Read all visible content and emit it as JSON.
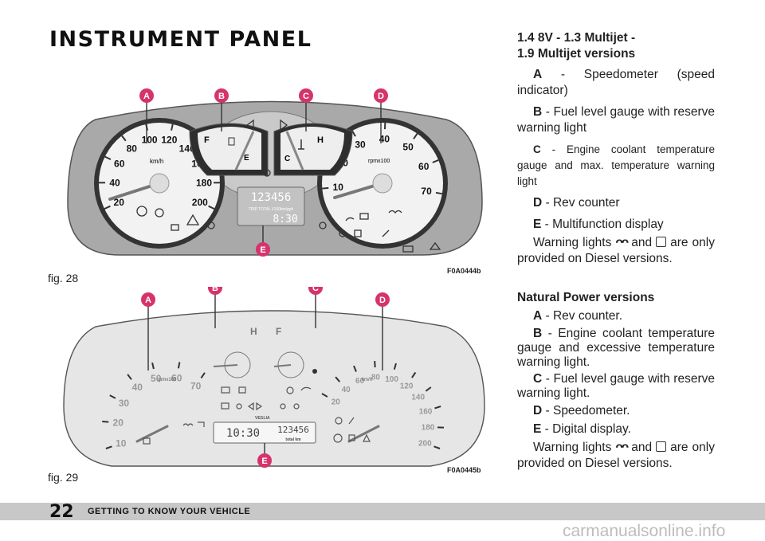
{
  "page_title": "INSTRUMENT PANEL",
  "fig1": {
    "label": "fig. 28",
    "code": "F0A0444b",
    "markers": [
      "A",
      "B",
      "C",
      "D",
      "E"
    ],
    "speedo_ticks": [
      "20",
      "40",
      "60",
      "80",
      "100",
      "120",
      "140",
      "160",
      "180",
      "200"
    ],
    "speedo_unit": "km/h",
    "rev_ticks": [
      "10",
      "20",
      "30",
      "40",
      "50",
      "60",
      "70"
    ],
    "rev_unit": "rpmx100",
    "fuel_f": "F",
    "fuel_e": "E",
    "temp_c": "C",
    "temp_h": "H",
    "display_odo": "123456",
    "display_trip": "TRIP TOTAL l/100km/gph",
    "display_time": "8:30"
  },
  "fig2": {
    "label": "fig. 29",
    "code": "F0A0445b",
    "markers": [
      "A",
      "B",
      "C",
      "D",
      "E"
    ],
    "rev_ticks": [
      "10",
      "20",
      "30",
      "40",
      "50",
      "60",
      "70"
    ],
    "rev_unit": "rpmx100",
    "speedo_ticks": [
      "20",
      "40",
      "60",
      "80",
      "100",
      "120",
      "140",
      "160",
      "180",
      "200"
    ],
    "speedo_unit": "km/h",
    "temp_h": "H",
    "fuel_f": "F",
    "display_time": "10:30",
    "display_odo": "123456",
    "display_total": "total km",
    "brand": "VEGLIA"
  },
  "section1": {
    "heading_line1": "1.4 8V - 1.3 Multijet -",
    "heading_line2": "1.9 Multijet versions",
    "items": [
      {
        "key": "A",
        "text": " - Speedometer (speed indicator)"
      },
      {
        "key": "B",
        "text": " - Fuel level gauge with reserve warning light"
      },
      {
        "key": "C",
        "text": " - Engine coolant temperature gauge and max. temperature warning light"
      },
      {
        "key": "D",
        "text": " - Rev counter"
      },
      {
        "key": "E",
        "text": " - Multifunction display"
      }
    ],
    "note_a": "Warning lights",
    "note_and": "and",
    "note_b": "are only provided on Diesel versions."
  },
  "section2": {
    "heading": "Natural Power versions",
    "items": [
      {
        "key": "A",
        "text": " - Rev counter."
      },
      {
        "key": "B",
        "text": " - Engine coolant temperature gauge and excessive temperature warning light."
      },
      {
        "key": "C",
        "text": " - Fuel level gauge with reserve warning light."
      },
      {
        "key": "D",
        "text": " - Speedometer."
      },
      {
        "key": "E",
        "text": " - Digital display."
      }
    ],
    "note_a": "Warning lights",
    "note_and": "and",
    "note_b": "are only provided on Diesel versions."
  },
  "footer": {
    "page_number": "22",
    "chapter": "GETTING TO KNOW YOUR VEHICLE"
  },
  "watermark": "carmanualsonline.info",
  "colors": {
    "marker": "#d6336c",
    "panel_grey": "#a8a8a8",
    "dial_face": "#f2f2f2",
    "footer": "#c8c8c8"
  }
}
